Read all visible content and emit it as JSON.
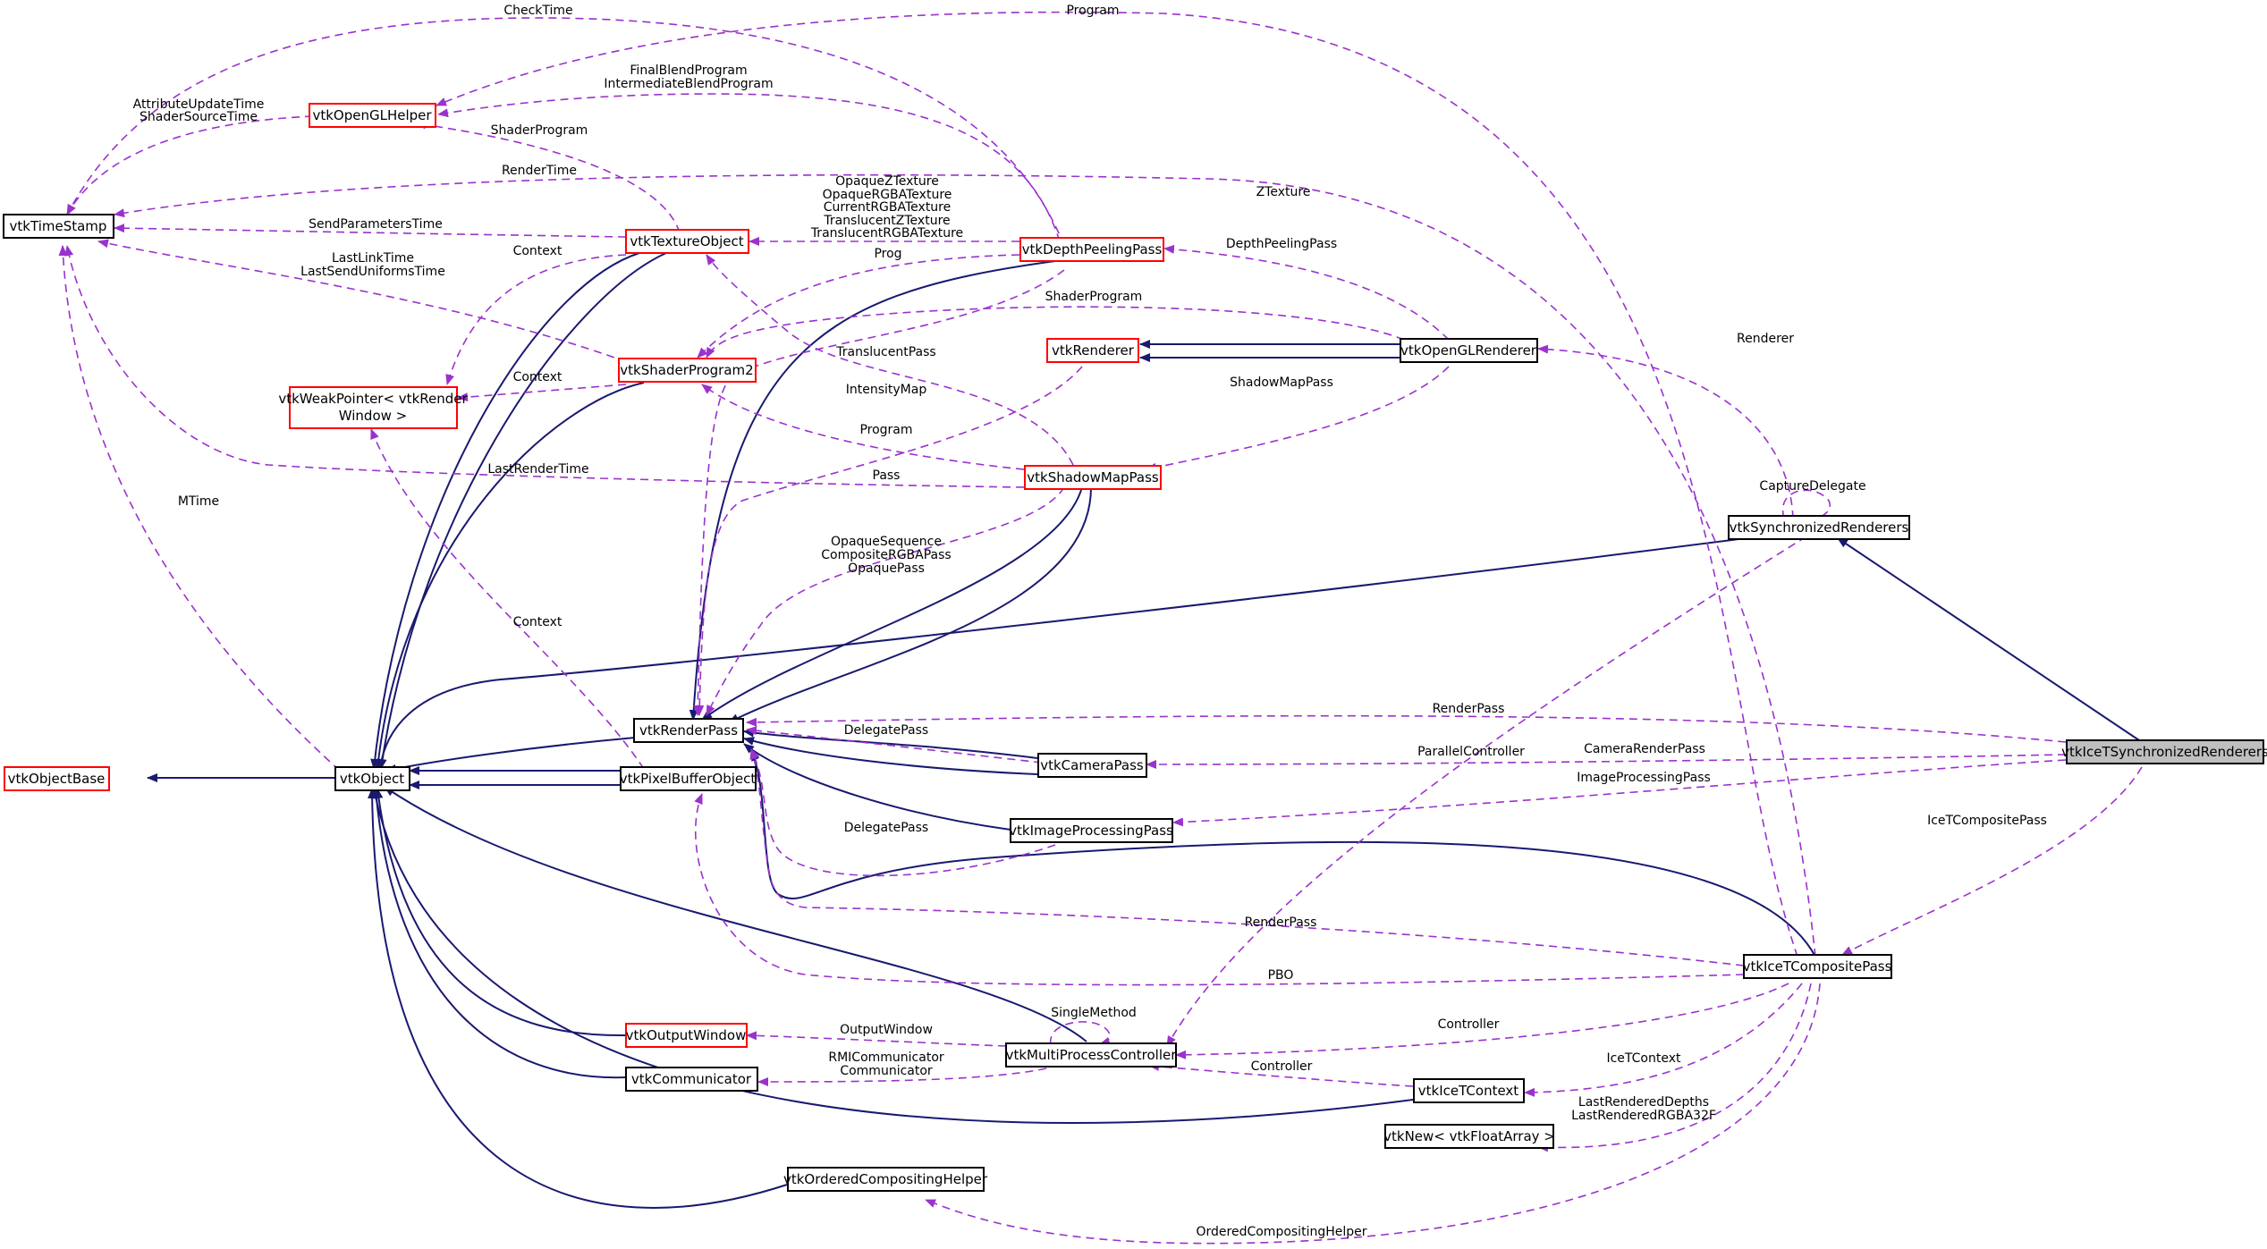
{
  "colors": {
    "inheritance_edge": "#191970",
    "usage_edge": "#9a32cd",
    "normal_border": "#000000",
    "incomplete_border": "#ff0000",
    "highlight_fill": "#bfbfbf"
  },
  "nodes": {
    "timestamp": {
      "label": "vtkTimeStamp",
      "border": "black"
    },
    "openglhelper": {
      "label": "vtkOpenGLHelper",
      "border": "red"
    },
    "textureobject": {
      "label": "vtkTextureObject",
      "border": "red"
    },
    "depthpeeling": {
      "label": "vtkDepthPeelingPass",
      "border": "red"
    },
    "renderer": {
      "label": "vtkRenderer",
      "border": "red"
    },
    "openglrenderer": {
      "label": "vtkOpenGLRenderer",
      "border": "black"
    },
    "shaderprogram2": {
      "label": "vtkShaderProgram2",
      "border": "red"
    },
    "weakpointer": {
      "label_line1": "vtkWeakPointer< vtkRender",
      "label_line2": "Window >",
      "border": "red"
    },
    "shadowmap": {
      "label": "vtkShadowMapPass",
      "border": "red"
    },
    "syncrenderers": {
      "label": "vtkSynchronizedRenderers",
      "border": "black"
    },
    "renderpass": {
      "label": "vtkRenderPass",
      "border": "black"
    },
    "objectbase": {
      "label": "vtkObjectBase",
      "border": "red"
    },
    "object": {
      "label": "vtkObject",
      "border": "black"
    },
    "pixelbuffer": {
      "label": "vtkPixelBufferObject",
      "border": "black"
    },
    "camerapass": {
      "label": "vtkCameraPass",
      "border": "black"
    },
    "icetsync": {
      "label": "vtkIceTSynchronizedRenderers",
      "border": "black",
      "highlighted": true
    },
    "imageprocessing": {
      "label": "vtkImageProcessingPass",
      "border": "black"
    },
    "icetcomposite": {
      "label": "vtkIceTCompositePass",
      "border": "black"
    },
    "outputwindow": {
      "label": "vtkOutputWindow",
      "border": "red"
    },
    "multiprocess": {
      "label": "vtkMultiProcessController",
      "border": "black"
    },
    "communicator": {
      "label": "vtkCommunicator",
      "border": "black"
    },
    "icetcontext": {
      "label": "vtkIceTContext",
      "border": "black"
    },
    "floatarray": {
      "label": "vtkNew< vtkFloatArray >",
      "border": "black"
    },
    "orderedcompositing": {
      "label": "vtkOrderedCompositingHelper",
      "border": "black"
    }
  },
  "edge_labels": {
    "checktime": "CheckTime",
    "program": "Program",
    "finalblend_1": "FinalBlendProgram",
    "finalblend_2": "IntermediateBlendProgram",
    "attrupdate_1": "AttributeUpdateTime",
    "attrupdate_2": "ShaderSourceTime",
    "shaderprogram_a": "ShaderProgram",
    "rendertime": "RenderTime",
    "ztexture": "ZTexture",
    "opaque_1": "OpaqueZTexture",
    "opaque_2": "OpaqueRGBATexture",
    "opaque_3": "CurrentRGBATexture",
    "opaque_4": "TranslucentZTexture",
    "opaque_5": "TranslucentRGBATexture",
    "sendparams": "SendParametersTime",
    "context_a": "Context",
    "prog": "Prog",
    "depthpeelingpass": "DepthPeelingPass",
    "lastlink_1": "LastLinkTime",
    "lastlink_2": "LastSendUniformsTime",
    "shaderprogram_b": "ShaderProgram",
    "renderer": "Renderer",
    "translucentpass": "TranslucentPass",
    "context_b": "Context",
    "intensitymap": "IntensityMap",
    "shadowmappass": "ShadowMapPass",
    "program_b": "Program",
    "lastrendertime": "LastRenderTime",
    "pass": "Pass",
    "capturedelegate": "CaptureDelegate",
    "mtime": "MTime",
    "opaqueseq_1": "OpaqueSequence",
    "opaqueseq_2": "CompositeRGBAPass",
    "opaqueseq_3": "OpaquePass",
    "context_c": "Context",
    "renderpass_a": "RenderPass",
    "delegatepass_a": "DelegatePass",
    "parallelcontroller": "ParallelController",
    "camerarenderpass": "CameraRenderPass",
    "imageprocessingpass": "ImageProcessingPass",
    "icetcompositepass": "IceTCompositePass",
    "delegatepass_b": "DelegatePass",
    "renderpass_b": "RenderPass",
    "pbo": "PBO",
    "singlemethod": "SingleMethod",
    "outputwindow": "OutputWindow",
    "controller_a": "Controller",
    "rmicomm_1": "RMICommunicator",
    "rmicomm_2": "Communicator",
    "controller_b": "Controller",
    "icetcontext": "IceTContext",
    "lastrendered_1": "LastRenderedDepths",
    "lastrendered_2": "LastRenderedRGBA32F",
    "orderedcompositing": "OrderedCompositingHelper"
  }
}
